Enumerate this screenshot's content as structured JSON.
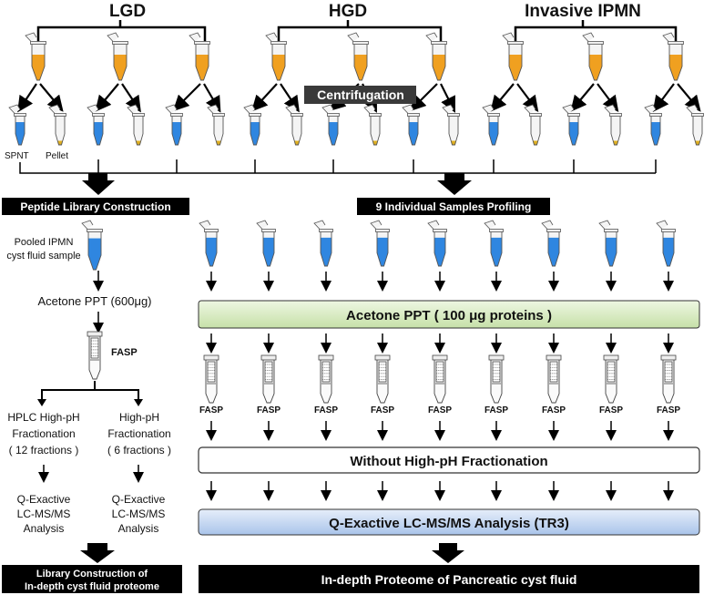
{
  "groups": {
    "lgd": "LGD",
    "hgd": "HGD",
    "invasive": "Invasive IPMN"
  },
  "centrifugation": "Centrifugation",
  "fraction_labels": {
    "spnt": "SPNT",
    "pellet": "Pellet"
  },
  "left": {
    "header": "Peptide Library Construction",
    "pooled_line1": "Pooled IPMN",
    "pooled_line2": "cyst fluid sample",
    "acetone": "Acetone PPT (600μg)",
    "fasp": "FASP",
    "hplc": [
      "HPLC High-pH",
      "Fractionation",
      "( 12 fractions )"
    ],
    "highph": [
      "High-pH",
      "Fractionation",
      "( 6 fractions )"
    ],
    "qexactive": [
      "Q-Exactive",
      "LC-MS/MS",
      "Analysis"
    ],
    "footer_line1": "Library Construction of",
    "footer_line2": "In-depth cyst fluid proteome"
  },
  "right": {
    "header": "9 Individual Samples Profiling",
    "acetone_box": "Acetone PPT ( 100 μg proteins )",
    "fasp": "FASP",
    "without_box": "Without High-pH Fractionation",
    "qexactive_box": "Q-Exactive LC-MS/MS Analysis (TR3)",
    "footer": "In-depth Proteome of Pancreatic cyst fluid"
  },
  "colors": {
    "orange": "#f0a020",
    "blue": "#2f86e0",
    "pellet": "#e0b020",
    "green_box": "#d8ecc4",
    "blue_box": "#c8daf2",
    "black": "#000000"
  }
}
